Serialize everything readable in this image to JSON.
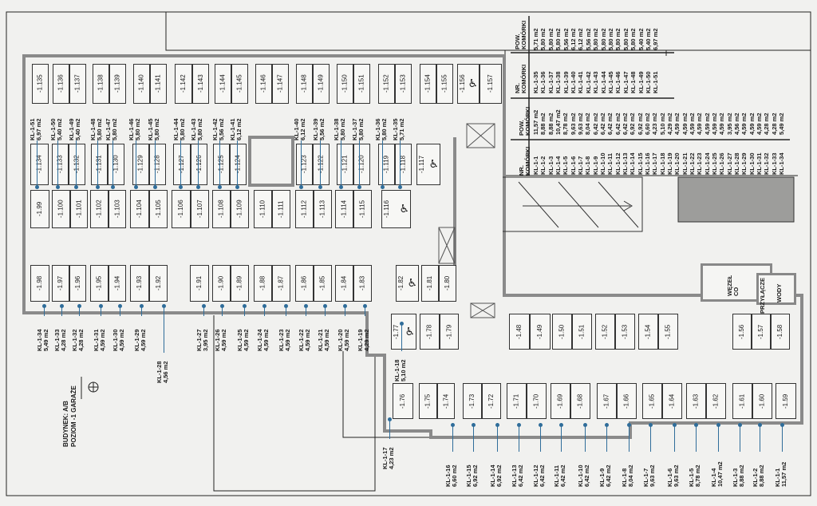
{
  "title": {
    "building": "BUDYNEK: A/B",
    "level": "POZIOM -1 GARAŻE"
  },
  "rooms": {
    "heating_node": [
      "WĘZEŁ",
      "CO"
    ],
    "water_connection_a": "PRZYŁĄCZE",
    "water_connection_b": "WODY"
  },
  "table_headers": {
    "number": [
      "NR.",
      "KOMÓRKI"
    ],
    "area": [
      "POW.",
      "KOMÓRKI"
    ]
  },
  "storage_cells": [
    {
      "id": "KL-1-1",
      "area": "11,57 m2"
    },
    {
      "id": "KL-1-2",
      "area": "8,88 m2"
    },
    {
      "id": "KL-1-3",
      "area": "8,88 m2"
    },
    {
      "id": "KL-1-4",
      "area": "10,47 m2"
    },
    {
      "id": "KL-1-5",
      "area": "8,78 m2"
    },
    {
      "id": "KL-1-6",
      "area": "9,63 m2"
    },
    {
      "id": "KL-1-7",
      "area": "9,63 m2"
    },
    {
      "id": "KL-1-8",
      "area": "8,04 m2"
    },
    {
      "id": "KL-1-9",
      "area": "6,42 m2"
    },
    {
      "id": "KL-1-10",
      "area": "6,42 m2"
    },
    {
      "id": "KL-1-11",
      "area": "6,42 m2"
    },
    {
      "id": "KL-1-12",
      "area": "6,42 m2"
    },
    {
      "id": "KL-1-13",
      "area": "6,42 m2"
    },
    {
      "id": "KL-1-14",
      "area": "6,92 m2"
    },
    {
      "id": "KL-1-15",
      "area": "6,92 m2"
    },
    {
      "id": "KL-1-16",
      "area": "6,60 m2"
    },
    {
      "id": "KL-1-17",
      "area": "4,23 m2"
    },
    {
      "id": "KL-1-18",
      "area": "5,10 m2"
    },
    {
      "id": "KL-1-19",
      "area": "4,29 m2"
    },
    {
      "id": "KL-1-20",
      "area": "4,59 m2"
    },
    {
      "id": "KL-1-21",
      "area": "4,59 m2"
    },
    {
      "id": "KL-1-22",
      "area": "4,59 m2"
    },
    {
      "id": "KL-1-23",
      "area": "4,59 m2"
    },
    {
      "id": "KL-1-24",
      "area": "4,59 m2"
    },
    {
      "id": "KL-1-25",
      "area": "4,59 m2"
    },
    {
      "id": "KL-1-26",
      "area": "4,59 m2"
    },
    {
      "id": "KL-1-27",
      "area": "3,95 m2"
    },
    {
      "id": "KL-1-28",
      "area": "4,56 m2"
    },
    {
      "id": "KL-1-29",
      "area": "4,59 m2"
    },
    {
      "id": "KL-1-30",
      "area": "4,59 m2"
    },
    {
      "id": "KL-1-31",
      "area": "4,59 m2"
    },
    {
      "id": "KL-1-32",
      "area": "4,28 m2"
    },
    {
      "id": "KL-1-33",
      "area": "4,28 m2"
    },
    {
      "id": "KL-1-34",
      "area": "5,49 m2"
    },
    {
      "id": "KL-1-35",
      "area": "5,71 m2"
    },
    {
      "id": "KL-1-36",
      "area": "5,80 m2"
    },
    {
      "id": "KL-1-37",
      "area": "5,80 m2"
    },
    {
      "id": "KL-1-38",
      "area": "5,80 m2"
    },
    {
      "id": "KL-1-39",
      "area": "5,56 m2"
    },
    {
      "id": "KL-1-40",
      "area": "6,12 m2"
    },
    {
      "id": "KL-1-41",
      "area": "6,12 m2"
    },
    {
      "id": "KL-1-42",
      "area": "5,56 m2"
    },
    {
      "id": "KL-1-43",
      "area": "5,80 m2"
    },
    {
      "id": "KL-1-44",
      "area": "5,80 m2"
    },
    {
      "id": "KL-1-45",
      "area": "5,80 m2"
    },
    {
      "id": "KL-1-46",
      "area": "5,80 m2"
    },
    {
      "id": "KL-1-47",
      "area": "5,80 m2"
    },
    {
      "id": "KL-1-48",
      "area": "5,80 m2"
    },
    {
      "id": "KL-1-49",
      "area": "5,40 m2"
    },
    {
      "id": "KL-1-50",
      "area": "5,40 m2"
    },
    {
      "id": "KL-1-51",
      "area": "6,97 m2"
    }
  ],
  "parking_rows": [
    [
      "-1.135",
      "-1.136",
      "-1.137",
      "-1.138",
      "-1.139",
      "-1.140",
      "-1.141",
      "-1.142",
      "-1.143",
      "-1.144",
      "-1.145",
      "-1.146",
      "-1.147",
      "-1.148",
      "-1.149",
      "-1.150",
      "-1.151",
      "-1.152",
      "-1.153",
      "-1.154",
      "-1.155",
      "-1.156",
      "-1.157"
    ],
    [
      "-1.134",
      "-1.133",
      "-1.132",
      "-1.131",
      "-1.130",
      "-1.129",
      "-1.128",
      "-1.127",
      "-1.126",
      "-1.125",
      "-1.124",
      "-1.123",
      "-1.122",
      "-1.121",
      "-1.120",
      "-1.119",
      "-1.118",
      "-1.117"
    ],
    [
      "-1.99",
      "-1.100",
      "-1.101",
      "-1.102",
      "-1.103",
      "-1.104",
      "-1.105",
      "-1.106",
      "-1.107",
      "-1.108",
      "-1.109",
      "-1.110",
      "-1.111",
      "-1.112",
      "-1.113",
      "-1.114",
      "-1.115",
      "-1.116"
    ],
    [
      "-1.98",
      "-1.97",
      "-1.96",
      "-1.95",
      "-1.94",
      "-1.93",
      "-1.92",
      "-1.91",
      "-1.90",
      "-1.89",
      "-1.88",
      "-1.87",
      "-1.86",
      "-1.85",
      "-1.84",
      "-1.83",
      "-1.82",
      "-1.81",
      "-1.80"
    ],
    [
      "-1.77",
      "-1.78",
      "-1.79",
      "-1.48",
      "-1.49",
      "-1.50",
      "-1.51",
      "-1.52",
      "-1.53",
      "-1.54",
      "-1.55",
      "-1.56",
      "-1.57",
      "-1.58"
    ],
    [
      "-1.76",
      "-1.75",
      "-1.74",
      "-1.73",
      "-1.72",
      "-1.71",
      "-1.70",
      "-1.69",
      "-1.68",
      "-1.67",
      "-1.66",
      "-1.65",
      "-1.64",
      "-1.63",
      "-1.62",
      "-1.61",
      "-1.60",
      "-1.59"
    ]
  ],
  "accessible_spaces": [
    "-1.156",
    "-1.117",
    "-1.116",
    "-1.82",
    "-1.77"
  ],
  "colors": {
    "leader": "#2f6d9a",
    "wall": "#888888",
    "ink": "#1a1a1a"
  }
}
